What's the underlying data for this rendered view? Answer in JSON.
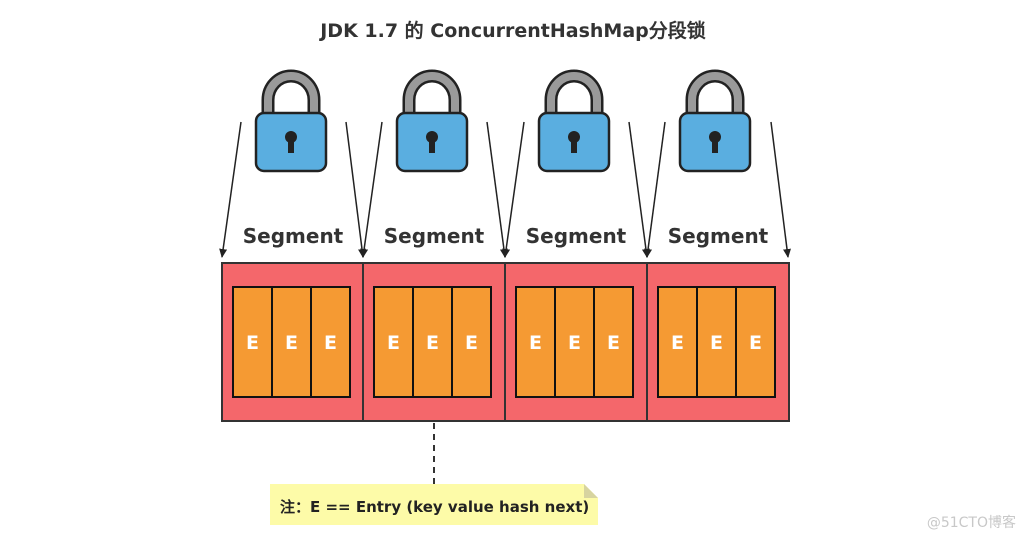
{
  "title": "JDK 1.7 的 ConcurrentHashMap分段锁",
  "segments": [
    {
      "label": "Segment",
      "entries": [
        "E",
        "E",
        "E"
      ]
    },
    {
      "label": "Segment",
      "entries": [
        "E",
        "E",
        "E"
      ]
    },
    {
      "label": "Segment",
      "entries": [
        "E",
        "E",
        "E"
      ]
    },
    {
      "label": "Segment",
      "entries": [
        "E",
        "E",
        "E"
      ]
    }
  ],
  "note": "注：E == Entry  (key value hash next)",
  "watermark": "@51CTO博客",
  "colors": {
    "segment_fill": "#f4676b",
    "entry_fill": "#f59a33",
    "lock_body": "#5aaee0",
    "lock_shackle": "#9a9a9a",
    "note_fill": "#fdfba8",
    "outline": "#222222"
  },
  "icons": [
    "lock-icon",
    "lock-icon",
    "lock-icon",
    "lock-icon"
  ]
}
